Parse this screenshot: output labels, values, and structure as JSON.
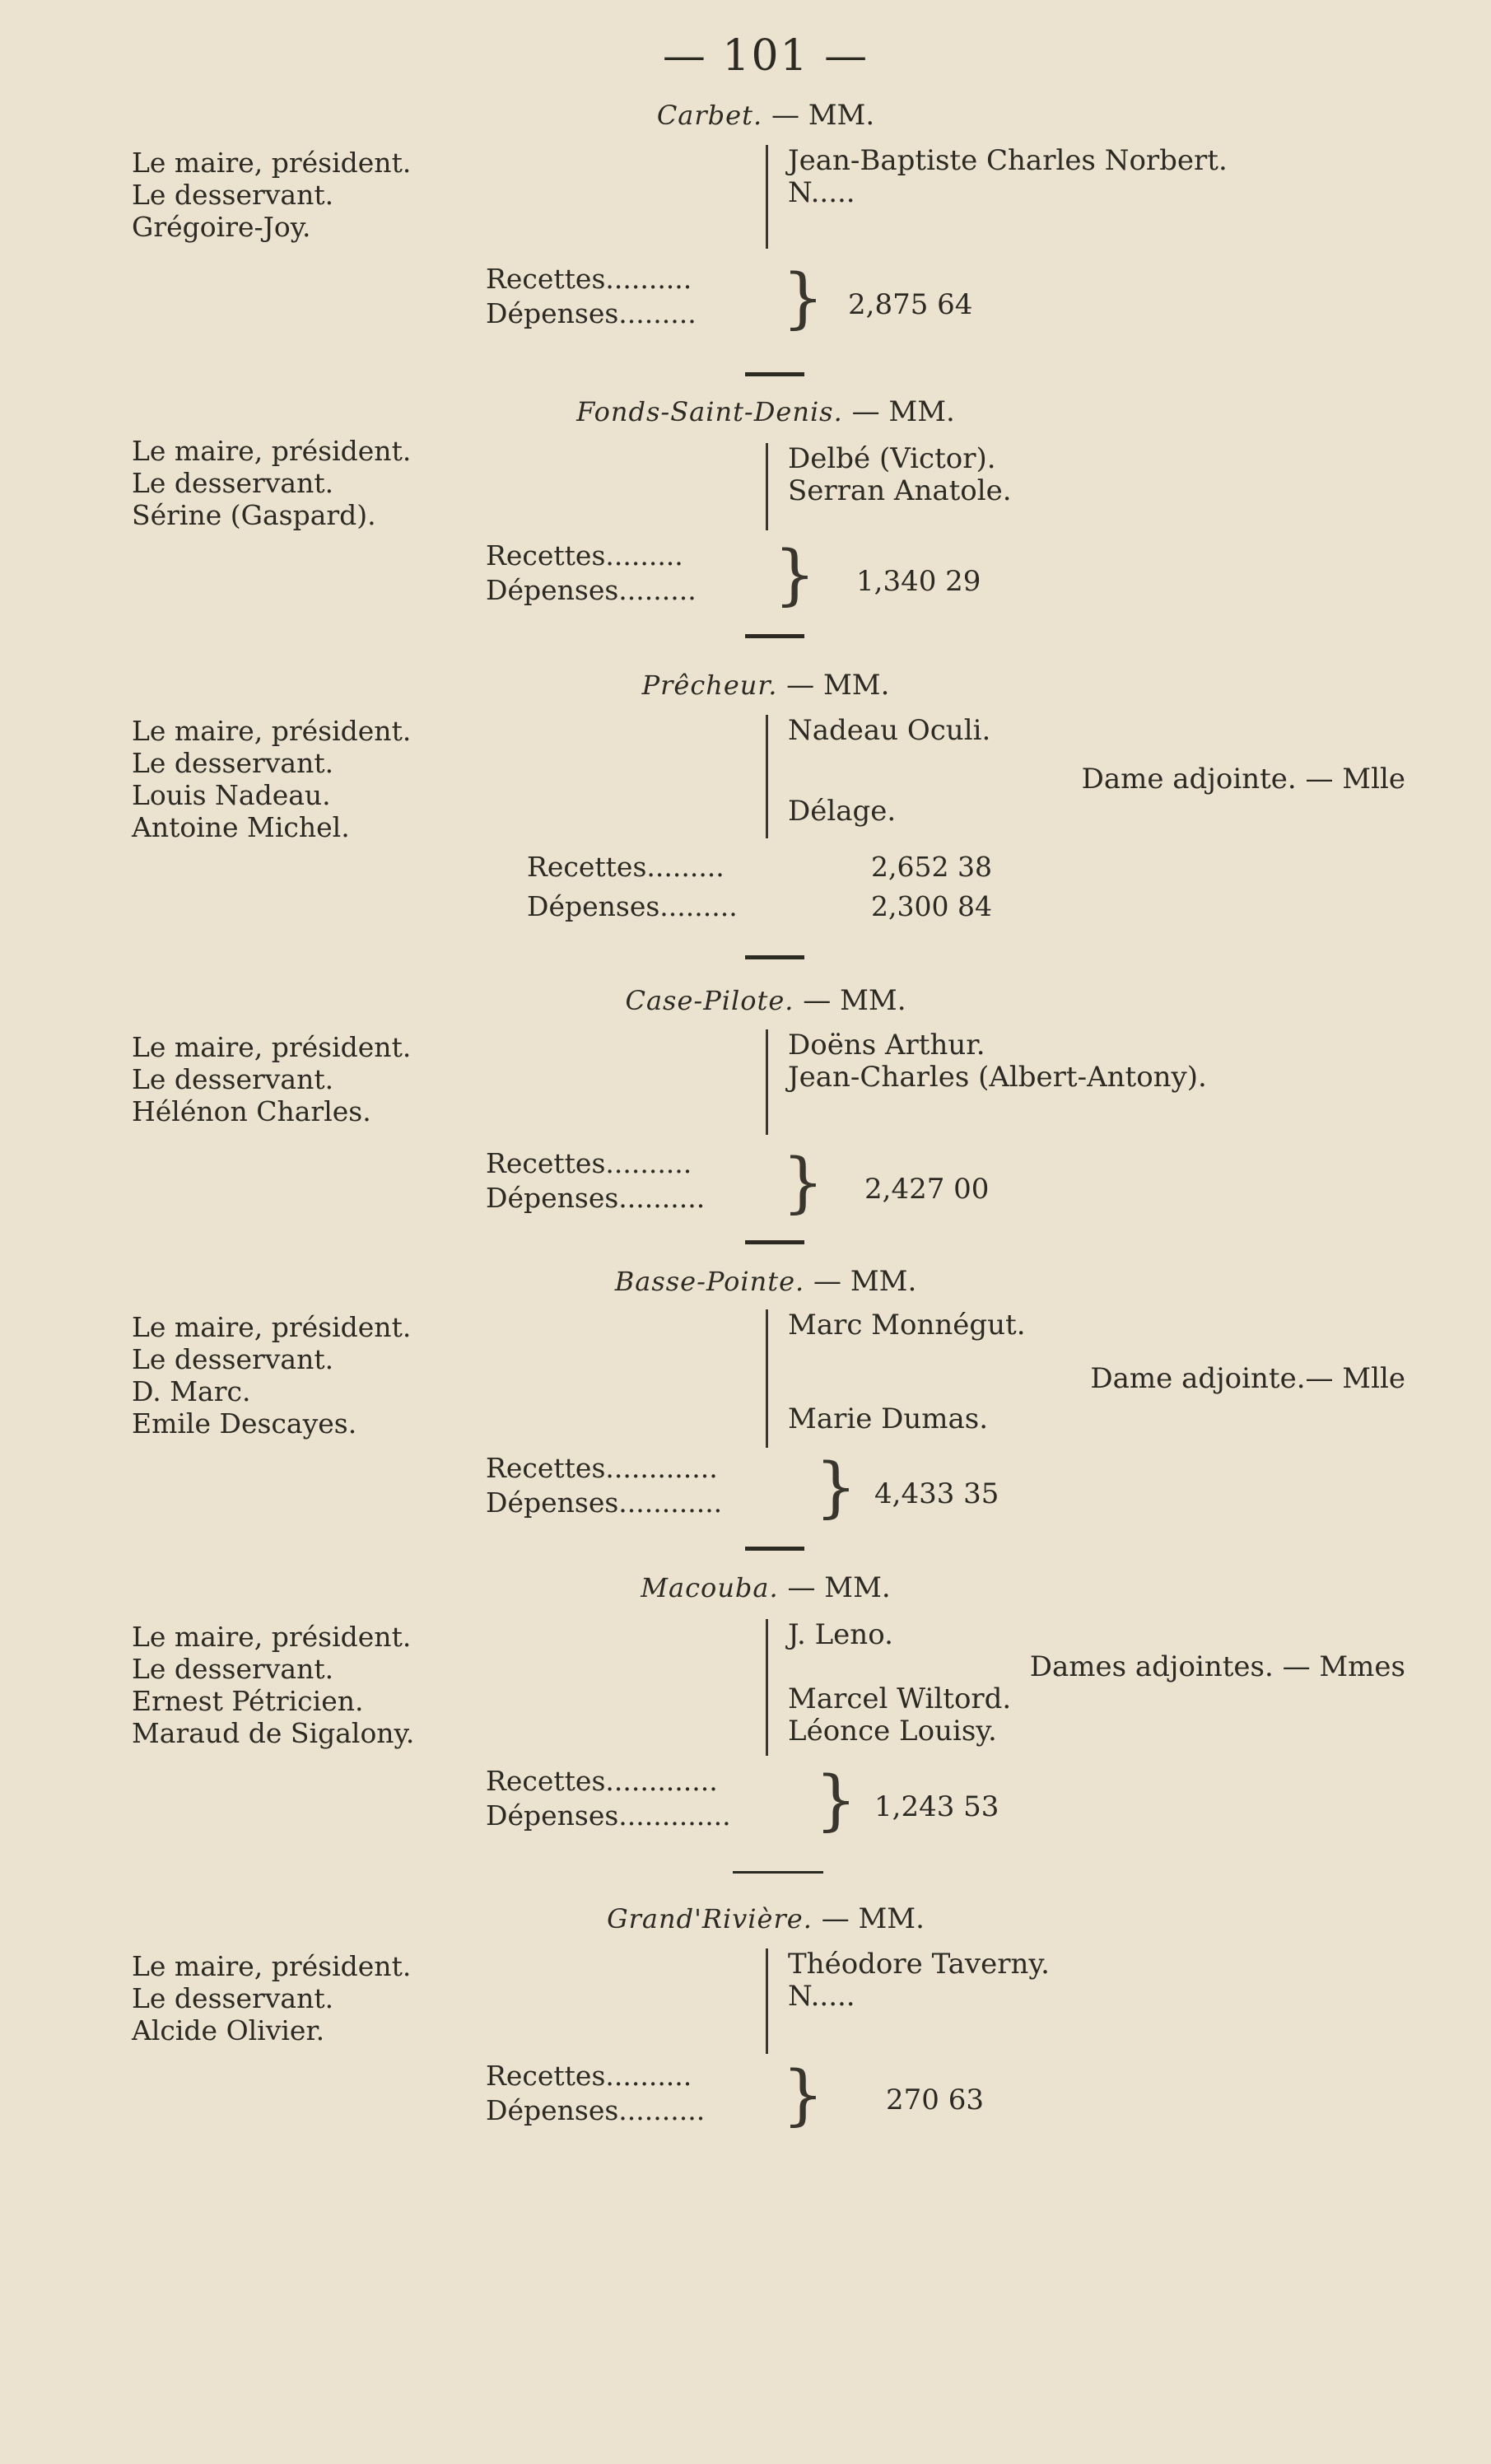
{
  "page_number": "— 101 —",
  "sections": [
    {
      "commune": "Carbet.",
      "suffix": "— MM.",
      "left": [
        "Le maire, président.",
        "Le desservant.",
        "Grégoire-Joy."
      ],
      "members": [
        "Jean-Baptiste Charles Norbert.",
        "N....."
      ],
      "recettes_label": "Recettes..........",
      "depenses_label": "Dépenses.........",
      "amount": "2,875 64"
    },
    {
      "commune": "Fonds-Saint-Denis.",
      "suffix": "— MM.",
      "left": [
        "Le maire, président.",
        "Le desservant.",
        "Sérine (Gaspard)."
      ],
      "members": [
        "Delbé (Victor).",
        "Serran Anatole."
      ],
      "recettes_label": "Recettes.........",
      "depenses_label": "Dépenses.........",
      "amount": "1,340 29"
    },
    {
      "commune": "Prêcheur.",
      "suffix": "— MM.",
      "left": [
        "Le maire, président.",
        "Le desservant.",
        "Louis Nadeau.",
        "Antoine Michel."
      ],
      "members": [
        "Nadeau Oculi."
      ],
      "member_right": "Dame adjointe. — Mlle",
      "members_after": [
        "Délage."
      ],
      "recettes_label": "Recettes.........",
      "recettes_amount": "2,652 38",
      "depenses_label": "Dépenses.........",
      "depenses_amount": "2,300 84"
    },
    {
      "commune": "Case-Pilote.",
      "suffix": "— MM.",
      "left": [
        "Le maire, président.",
        "Le desservant.",
        "Hélénon Charles."
      ],
      "members": [
        "Doëns Arthur.",
        "Jean-Charles (Albert-Antony)."
      ],
      "recettes_label": "Recettes..........",
      "depenses_label": "Dépenses..........",
      "amount": "2,427 00"
    },
    {
      "commune": "Basse-Pointe.",
      "suffix": "— MM.",
      "left": [
        "Le maire, président.",
        "Le desservant.",
        "D. Marc.",
        "Emile Descayes."
      ],
      "members": [
        "Marc Monnégut."
      ],
      "member_right": "Dame adjointe.— Mlle",
      "members_after": [
        "Marie Dumas."
      ],
      "recettes_label": "Recettes.............",
      "depenses_label": "Dépenses............",
      "amount": "4,433 35"
    },
    {
      "commune": "Macouba.",
      "suffix": "— MM.",
      "left": [
        "Le maire, président.",
        "Le desservant.",
        "Ernest Pétricien.",
        "Maraud de Sigalony."
      ],
      "members": [
        "J. Leno."
      ],
      "member_right": "Dames adjointes. — Mmes",
      "members_after": [
        "Marcel Wiltord.",
        "Léonce Louisy."
      ],
      "recettes_label": "Recettes.............",
      "depenses_label": "Dépenses.............",
      "amount": "1,243 53"
    },
    {
      "commune": "Grand'Rivière.",
      "suffix": "— MM.",
      "left": [
        "Le maire, président.",
        "Le desservant.",
        "Alcide Olivier."
      ],
      "members": [
        "Théodore Taverny.",
        "N....."
      ],
      "recettes_label": "Recettes..........",
      "depenses_label": "Dépenses..........",
      "amount": "270 63"
    }
  ]
}
